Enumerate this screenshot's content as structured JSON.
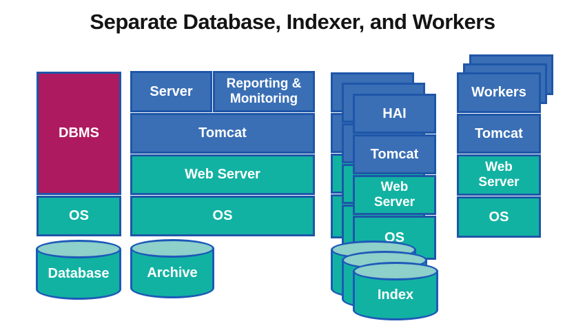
{
  "title": "Separate Database, Indexer, and Workers",
  "hosts": {
    "database": {
      "dbms": "DBMS",
      "os": "OS",
      "storage": "Database"
    },
    "app": {
      "server": "Server",
      "reporting": "Reporting & Monitoring",
      "tomcat": "Tomcat",
      "web_server": "Web Server",
      "os": "OS",
      "storage": "Archive"
    },
    "indexer": {
      "hai": "HAI",
      "tomcat": "Tomcat",
      "web_server": "Web Server",
      "os": "OS",
      "storage": "Index",
      "stack_layers": 3
    },
    "workers": {
      "workers": "Workers",
      "tomcat": "Tomcat",
      "web_server": "Web Server",
      "os": "OS",
      "stack_layers": 3
    }
  },
  "colors": {
    "blue": "#3A6FB5",
    "blue_border": "#1E56A8",
    "teal": "#12B2A2",
    "teal_light": "#8ED0CA",
    "magenta": "#AE1A5F",
    "cylinder_border": "#1D5AB8",
    "title": "#141414",
    "label": "#FFFFFF",
    "background": "#FFFFFF"
  }
}
